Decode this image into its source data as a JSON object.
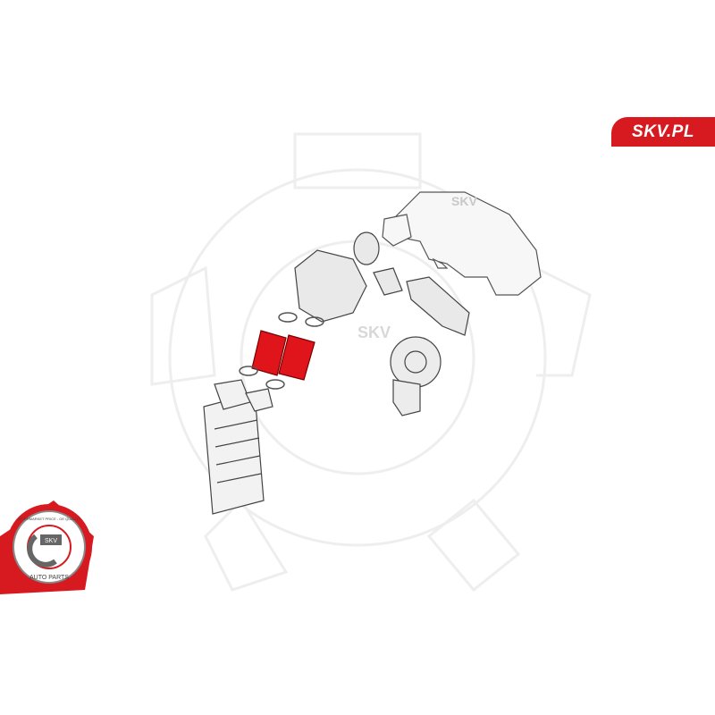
{
  "brand": {
    "label": "SKV.PL",
    "color": "#d71920"
  },
  "badge": {
    "top_text": "AFTERMARKET PRICE - OE QUALITY",
    "center": "SKV",
    "bottom_text": "AUTO PARTS"
  },
  "watermark": {
    "text": "SKV"
  },
  "highlight_color": "#e0141b"
}
